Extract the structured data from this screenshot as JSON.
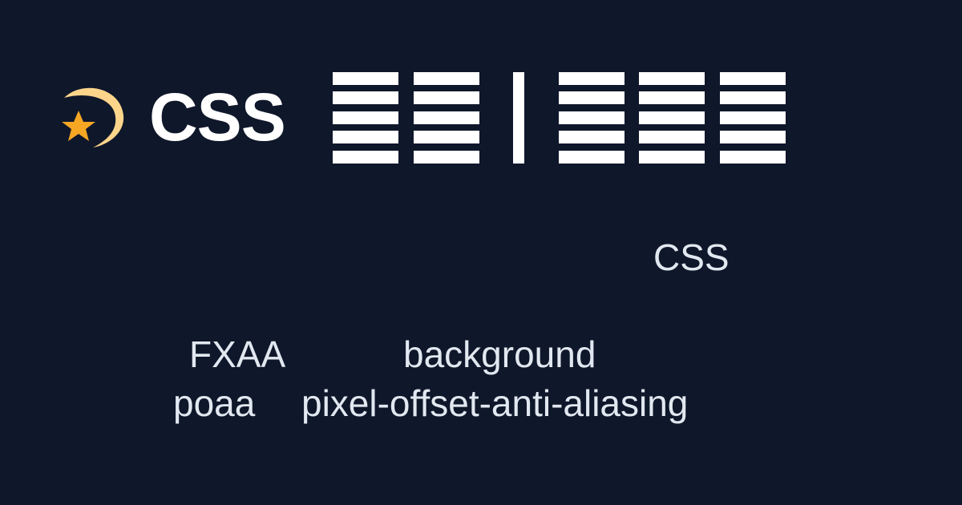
{
  "header": {
    "title": "CSS"
  },
  "content": {
    "word_css": "CSS",
    "word_fxaa": "FXAA",
    "word_background": "background",
    "word_poaa": "poaa",
    "word_property": "pixel-offset-anti-aliasing"
  },
  "icons": {
    "logo": "shooting-star-icon"
  },
  "colors": {
    "background": "#0f172a",
    "text": "#e2e8f0",
    "title": "#ffffff",
    "star": "#f5a623",
    "star_trail": "#fcd58b"
  }
}
